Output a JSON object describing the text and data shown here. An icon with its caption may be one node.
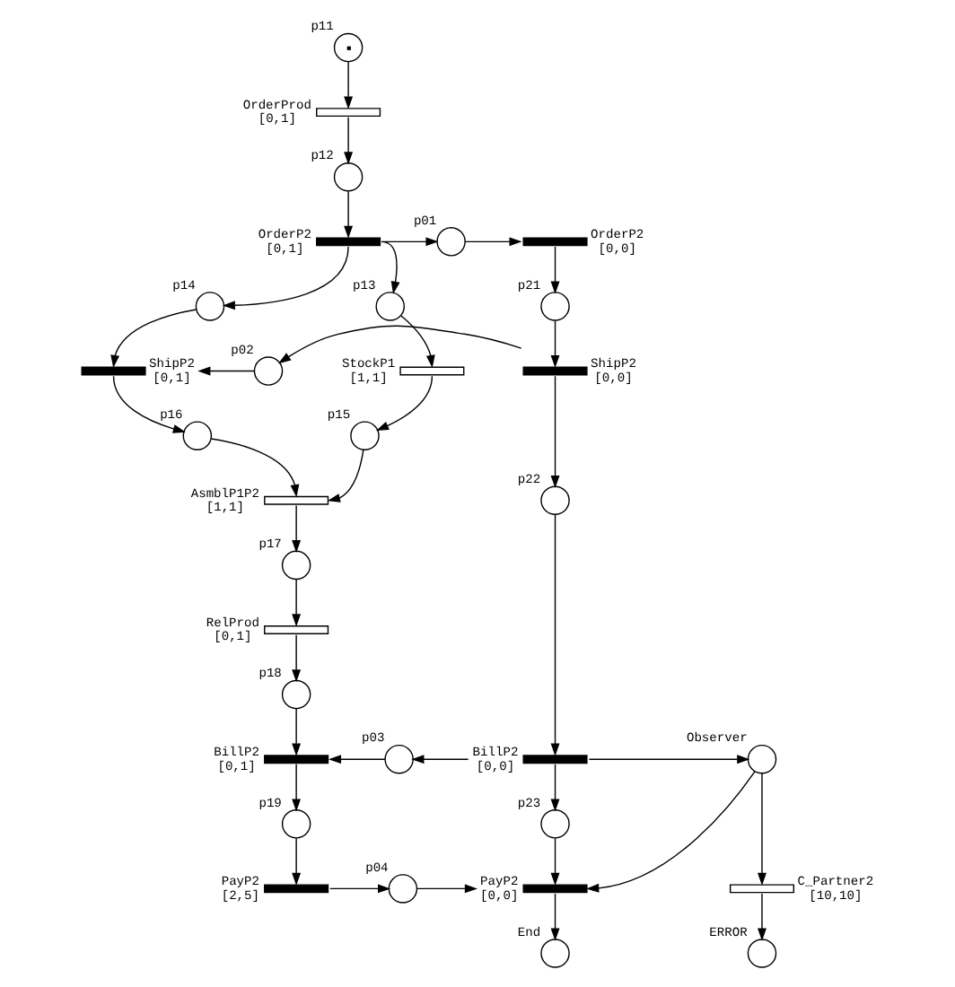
{
  "diagram": {
    "nodes": [
      {
        "text": [],
        "shape": "circle",
        "beside": [
          "p11"
        ]
      },
      {
        "text": [],
        "shape": "bar",
        "beside": [
          "OrderProd",
          "[0,1]"
        ]
      },
      {
        "text": [],
        "shape": "circle",
        "beside": [
          "p12"
        ]
      },
      {
        "text": [],
        "shape": "bar",
        "beside": [
          "OrderP2",
          "[0,1]"
        ]
      },
      {
        "text": [],
        "shape": "circle",
        "beside": [
          "p01"
        ]
      },
      {
        "text": [],
        "shape": "bar",
        "beside": [
          "OrderP2",
          "[0,0]"
        ]
      },
      {
        "text": [],
        "shape": "circle",
        "beside": [
          "p13"
        ]
      },
      {
        "text": [],
        "shape": "circle",
        "beside": [
          "p14"
        ]
      },
      {
        "text": [],
        "shape": "bar",
        "beside": [
          "ShipP2",
          "[0,1]"
        ]
      },
      {
        "text": [],
        "shape": "circle",
        "beside": [
          "p21"
        ]
      },
      {
        "text": [],
        "shape": "bar",
        "beside": [
          "StockP1",
          "[1,1]"
        ]
      },
      {
        "text": [],
        "shape": "circle",
        "beside": [
          "p02"
        ]
      },
      {
        "text": [],
        "shape": "bar",
        "beside": [
          "ShipP2",
          "[0,0]"
        ]
      },
      {
        "text": [],
        "shape": "circle",
        "beside": [
          "p15"
        ]
      },
      {
        "text": [],
        "shape": "circle",
        "beside": [
          "p16"
        ]
      },
      {
        "text": [],
        "shape": "bar",
        "beside": [
          "AsmblP1P2",
          "[1,1]"
        ]
      },
      {
        "text": [],
        "shape": "circle",
        "beside": [
          "p22"
        ]
      },
      {
        "text": [],
        "shape": "circle",
        "beside": [
          "p17"
        ]
      },
      {
        "text": [],
        "shape": "bar",
        "beside": [
          "RelProd",
          "[0,1]"
        ]
      },
      {
        "text": [],
        "shape": "circle",
        "beside": [
          "p18"
        ]
      },
      {
        "text": [],
        "shape": "bar",
        "beside": [
          "BillP2",
          "[0,1]"
        ]
      },
      {
        "text": [],
        "shape": "circle",
        "beside": [
          "p03"
        ]
      },
      {
        "text": [],
        "shape": "bar",
        "beside": [
          "BillP2",
          "[0,0]"
        ]
      },
      {
        "text": [],
        "shape": "circle",
        "beside": [
          "Observer"
        ]
      },
      {
        "text": [],
        "shape": "circle",
        "beside": [
          "p23"
        ]
      },
      {
        "text": [],
        "shape": "circle",
        "beside": [
          "p19"
        ]
      },
      {
        "text": [],
        "shape": "bar",
        "beside": [
          "PayP2",
          "[2,5]"
        ]
      },
      {
        "text": [],
        "shape": "circle",
        "beside": [
          "p04"
        ]
      },
      {
        "text": [],
        "shape": "bar",
        "beside": [
          "PayP2",
          "[0,0]"
        ]
      },
      {
        "text": [],
        "shape": "bar",
        "beside": [
          "C_Partner2",
          "[10,10]"
        ]
      },
      {
        "text": [],
        "shape": "circle",
        "beside": [
          "End"
        ]
      },
      {
        "text": [],
        "shape": "circle",
        "beside": [
          "ERROR"
        ]
      }
    ],
    "edges": [
      {
        "from": 0,
        "to": 1,
        "arrow": "to"
      },
      {
        "from": 1,
        "to": 2,
        "arrow": "to"
      },
      {
        "from": 2,
        "to": 3,
        "arrow": "to"
      },
      {
        "from": 3,
        "to": 4,
        "arrow": "to"
      },
      {
        "from": 4,
        "to": 5,
        "arrow": "to"
      },
      {
        "from": 3,
        "to": 6,
        "arrow": "to"
      },
      {
        "from": 3,
        "to": 7,
        "arrow": "to"
      },
      {
        "from": 5,
        "to": 9,
        "arrow": "to"
      },
      {
        "from": 9,
        "to": 12,
        "arrow": "to"
      },
      {
        "from": 12,
        "to": 11,
        "arrow": "to"
      },
      {
        "from": 11,
        "to": 8,
        "arrow": "to"
      },
      {
        "from": 7,
        "to": 8,
        "arrow": "to"
      },
      {
        "from": 6,
        "to": 10,
        "arrow": "to"
      },
      {
        "from": 10,
        "to": 13,
        "arrow": "to"
      },
      {
        "from": 8,
        "to": 14,
        "arrow": "to"
      },
      {
        "from": 13,
        "to": 15,
        "arrow": "to"
      },
      {
        "from": 14,
        "to": 15,
        "arrow": "to"
      },
      {
        "from": 12,
        "to": 16,
        "arrow": "to"
      },
      {
        "from": 15,
        "to": 17,
        "arrow": "to"
      },
      {
        "from": 17,
        "to": 18,
        "arrow": "to"
      },
      {
        "from": 18,
        "to": 19,
        "arrow": "to"
      },
      {
        "from": 19,
        "to": 20,
        "arrow": "to"
      },
      {
        "from": 16,
        "to": 22,
        "arrow": "to"
      },
      {
        "from": 22,
        "to": 21,
        "arrow": "to"
      },
      {
        "from": 21,
        "to": 20,
        "arrow": "to"
      },
      {
        "from": 22,
        "to": 23,
        "arrow": "to"
      },
      {
        "from": 22,
        "to": 24,
        "arrow": "to"
      },
      {
        "from": 20,
        "to": 25,
        "arrow": "to"
      },
      {
        "from": 25,
        "to": 26,
        "arrow": "to"
      },
      {
        "from": 26,
        "to": 27,
        "arrow": "to"
      },
      {
        "from": 27,
        "to": 28,
        "arrow": "to"
      },
      {
        "from": 24,
        "to": 28,
        "arrow": "to"
      },
      {
        "from": 23,
        "to": 28,
        "arrow": "to"
      },
      {
        "from": 23,
        "to": 29,
        "arrow": "to"
      },
      {
        "from": 29,
        "to": 31,
        "arrow": "to"
      },
      {
        "from": 28,
        "to": 30,
        "arrow": "to"
      }
    ]
  }
}
